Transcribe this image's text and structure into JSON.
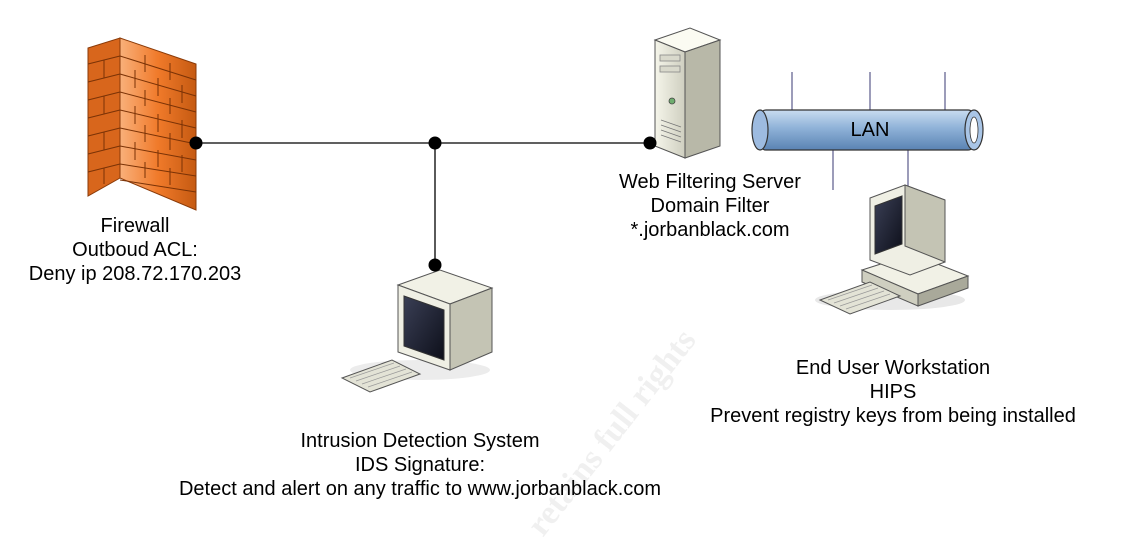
{
  "lan_label": "LAN",
  "firewall": {
    "name": "Firewall",
    "acl_title": "Outboud ACL:",
    "acl_rule": "Deny ip 208.72.170.203"
  },
  "web_filter": {
    "name": "Web Filtering Server",
    "filter_title": "Domain Filter",
    "filter_rule": "*.jorbanblack.com"
  },
  "workstation": {
    "name": "End User Workstation",
    "protection": "HIPS",
    "rule": "Prevent registry keys from being installed"
  },
  "ids": {
    "name": "Intrusion Detection System",
    "signature_title": "IDS Signature:",
    "signature_rule": "Detect and alert on any traffic to www.jorbanblack.com"
  },
  "watermark": "retains full rights",
  "colors": {
    "firewall": "#f07a2a",
    "lan_cable": "#7fa6d0",
    "connector": "#000000"
  }
}
